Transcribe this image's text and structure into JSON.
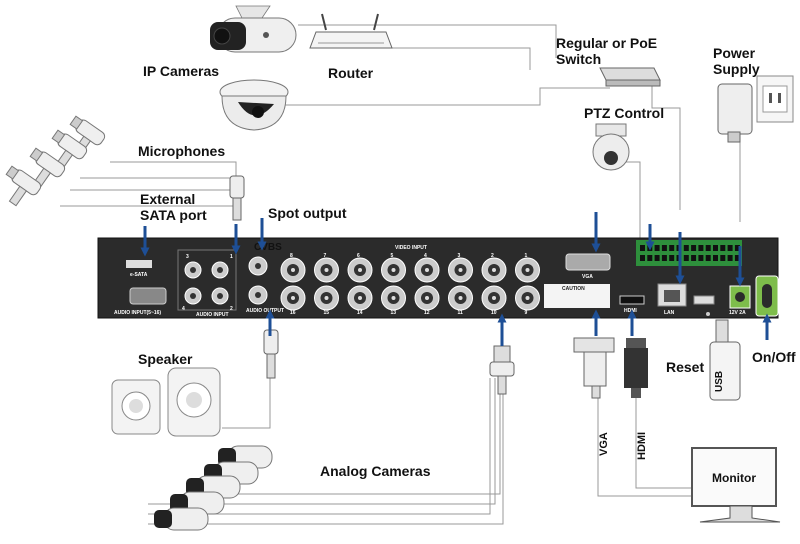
{
  "labels": {
    "ip_cameras": "IP Cameras",
    "router": "Router",
    "switch_line1": "Regular or PoE",
    "switch_line2": "Switch",
    "power_line1": "Power",
    "power_line2": "Supply",
    "ptz": "PTZ Control",
    "microphones": "Microphones",
    "external_line1": "External",
    "external_line2": "SATA port",
    "spot_output": "Spot output",
    "speaker": "Speaker",
    "analog_cameras": "Analog Cameras",
    "reset": "Reset",
    "on_off": "On/Off",
    "usb": "USB",
    "vga_cable": "VGA",
    "hdmi_cable": "HDMI",
    "monitor": "Monitor"
  },
  "panel": {
    "esata": "e-SATA",
    "audio_input": "AUDIO INPUT(5~16)",
    "audio_input_small": "AUDIO INPUT",
    "audio_output": "AUDIO OUTPUT",
    "cvbs": "CVBS",
    "video_input": "VIDEO INPUT",
    "vga": "VGA",
    "hdmi": "HDMI",
    "lan": "LAN",
    "caution": "CAUTION",
    "power_spec": "12V 2A",
    "audio_ch_top": [
      "3",
      "1"
    ],
    "audio_ch_bottom": [
      "4",
      "2"
    ],
    "bnc_top": [
      "8",
      "7",
      "6",
      "5",
      "4",
      "3",
      "2",
      "1"
    ],
    "bnc_bottom": [
      "16",
      "15",
      "14",
      "13",
      "12",
      "11",
      "10",
      "9"
    ]
  },
  "colors": {
    "arrow": "#1e4f96",
    "panel": "#2b2b2b",
    "terminal": "#2e8f3c",
    "power_jack": "#7ebd4b",
    "cable": "#999999"
  }
}
